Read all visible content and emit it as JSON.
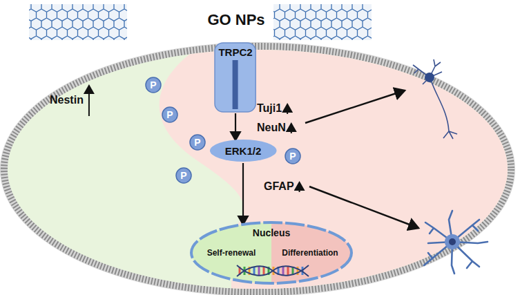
{
  "diagram": {
    "title": "GO NPs",
    "nodes": [
      {
        "text": [
          "TRPC2"
        ]
      },
      {
        "text": [
          "ERK1/2"
        ]
      },
      {
        "text": [
          "P"
        ]
      },
      {
        "text": [
          "P"
        ]
      },
      {
        "text": [
          "P"
        ]
      },
      {
        "text": [
          "P"
        ]
      },
      {
        "text": [
          "P"
        ]
      },
      {
        "text": [
          "Nucleus"
        ]
      },
      {
        "text": [
          "Self-renewal"
        ],
        "in": 7
      },
      {
        "text": [
          "Differentiation"
        ],
        "in": 7
      }
    ],
    "edges": [
      {
        "from": 0,
        "to": 1,
        "arrow": "to"
      },
      {
        "from": 1,
        "to": 7,
        "arrow": "to"
      }
    ],
    "labels": [
      "Nestin",
      "Tuji1",
      "NeuN",
      "GFAP"
    ]
  }
}
